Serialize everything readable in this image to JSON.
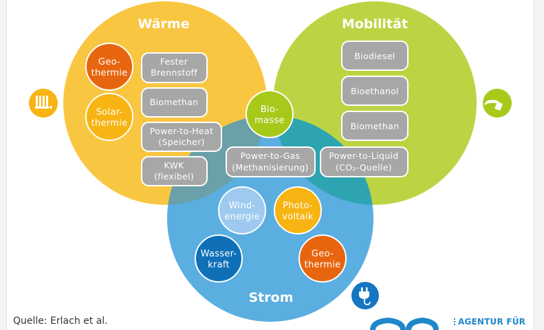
{
  "colors": {
    "waerme": "#f9c642",
    "mobilitaet": "#bcd443",
    "strom": "#5aaee0",
    "waerme_strom_overlap": "#6aa0a8",
    "mobilitaet_strom_overlap": "#2ea4b0",
    "box_fill": "#a7a7a7",
    "geothermie": "#e8650f",
    "solarthermie": "#f7b412",
    "biomasse": "#a7c91a",
    "windenergie": "#9dcaee",
    "photovoltaik": "#f7b412",
    "wasserkraft": "#0f70b8",
    "icon_waerme": "#f7b412",
    "icon_mobilitaet": "#a7c91a",
    "icon_strom": "#1676c0",
    "logo": "#1e88c8"
  },
  "sectors": {
    "waerme": {
      "title": "Wärme",
      "icon": "radiator-icon"
    },
    "mobilitaet": {
      "title": "Mobilität",
      "icon": "fuel-nozzle-icon"
    },
    "strom": {
      "title": "Strom",
      "icon": "power-plug-icon"
    }
  },
  "waerme_sources": [
    {
      "line1": "Geo-",
      "line2": "thermie"
    },
    {
      "line1": "Solar-",
      "line2": "thermie"
    }
  ],
  "waerme_boxes": [
    {
      "line1": "Fester",
      "line2": "Brennstoff"
    },
    {
      "line1": "Biomethan",
      "line2": ""
    },
    {
      "line1": "Power-to-Heat",
      "line2": "(Speicher)"
    },
    {
      "line1": "KWK",
      "line2": "(flexibel)"
    }
  ],
  "mobilitaet_boxes": [
    {
      "line1": "Biodiesel",
      "line2": ""
    },
    {
      "line1": "Bioethanol",
      "line2": ""
    },
    {
      "line1": "Biomethan",
      "line2": ""
    },
    {
      "line1": "Power-to-Liquid",
      "line2": "(CO₂-Quelle)"
    }
  ],
  "center": {
    "biomasse": {
      "line1": "Bio-",
      "line2": "masse"
    },
    "power_to_gas": {
      "line1": "Power-to-Gas",
      "line2": "(Methanisierung)"
    }
  },
  "strom_sources": [
    {
      "line1": "Wind-",
      "line2": "energie"
    },
    {
      "line1": "Photo-",
      "line2": "voltaik"
    },
    {
      "line1": "Wasser-",
      "line2": "kraft"
    },
    {
      "line1": "Geo-",
      "line2": "thermie"
    }
  ],
  "footer": {
    "source": "Quelle: Erlach et al.",
    "logo_text": "AGENTUR FÜR"
  }
}
